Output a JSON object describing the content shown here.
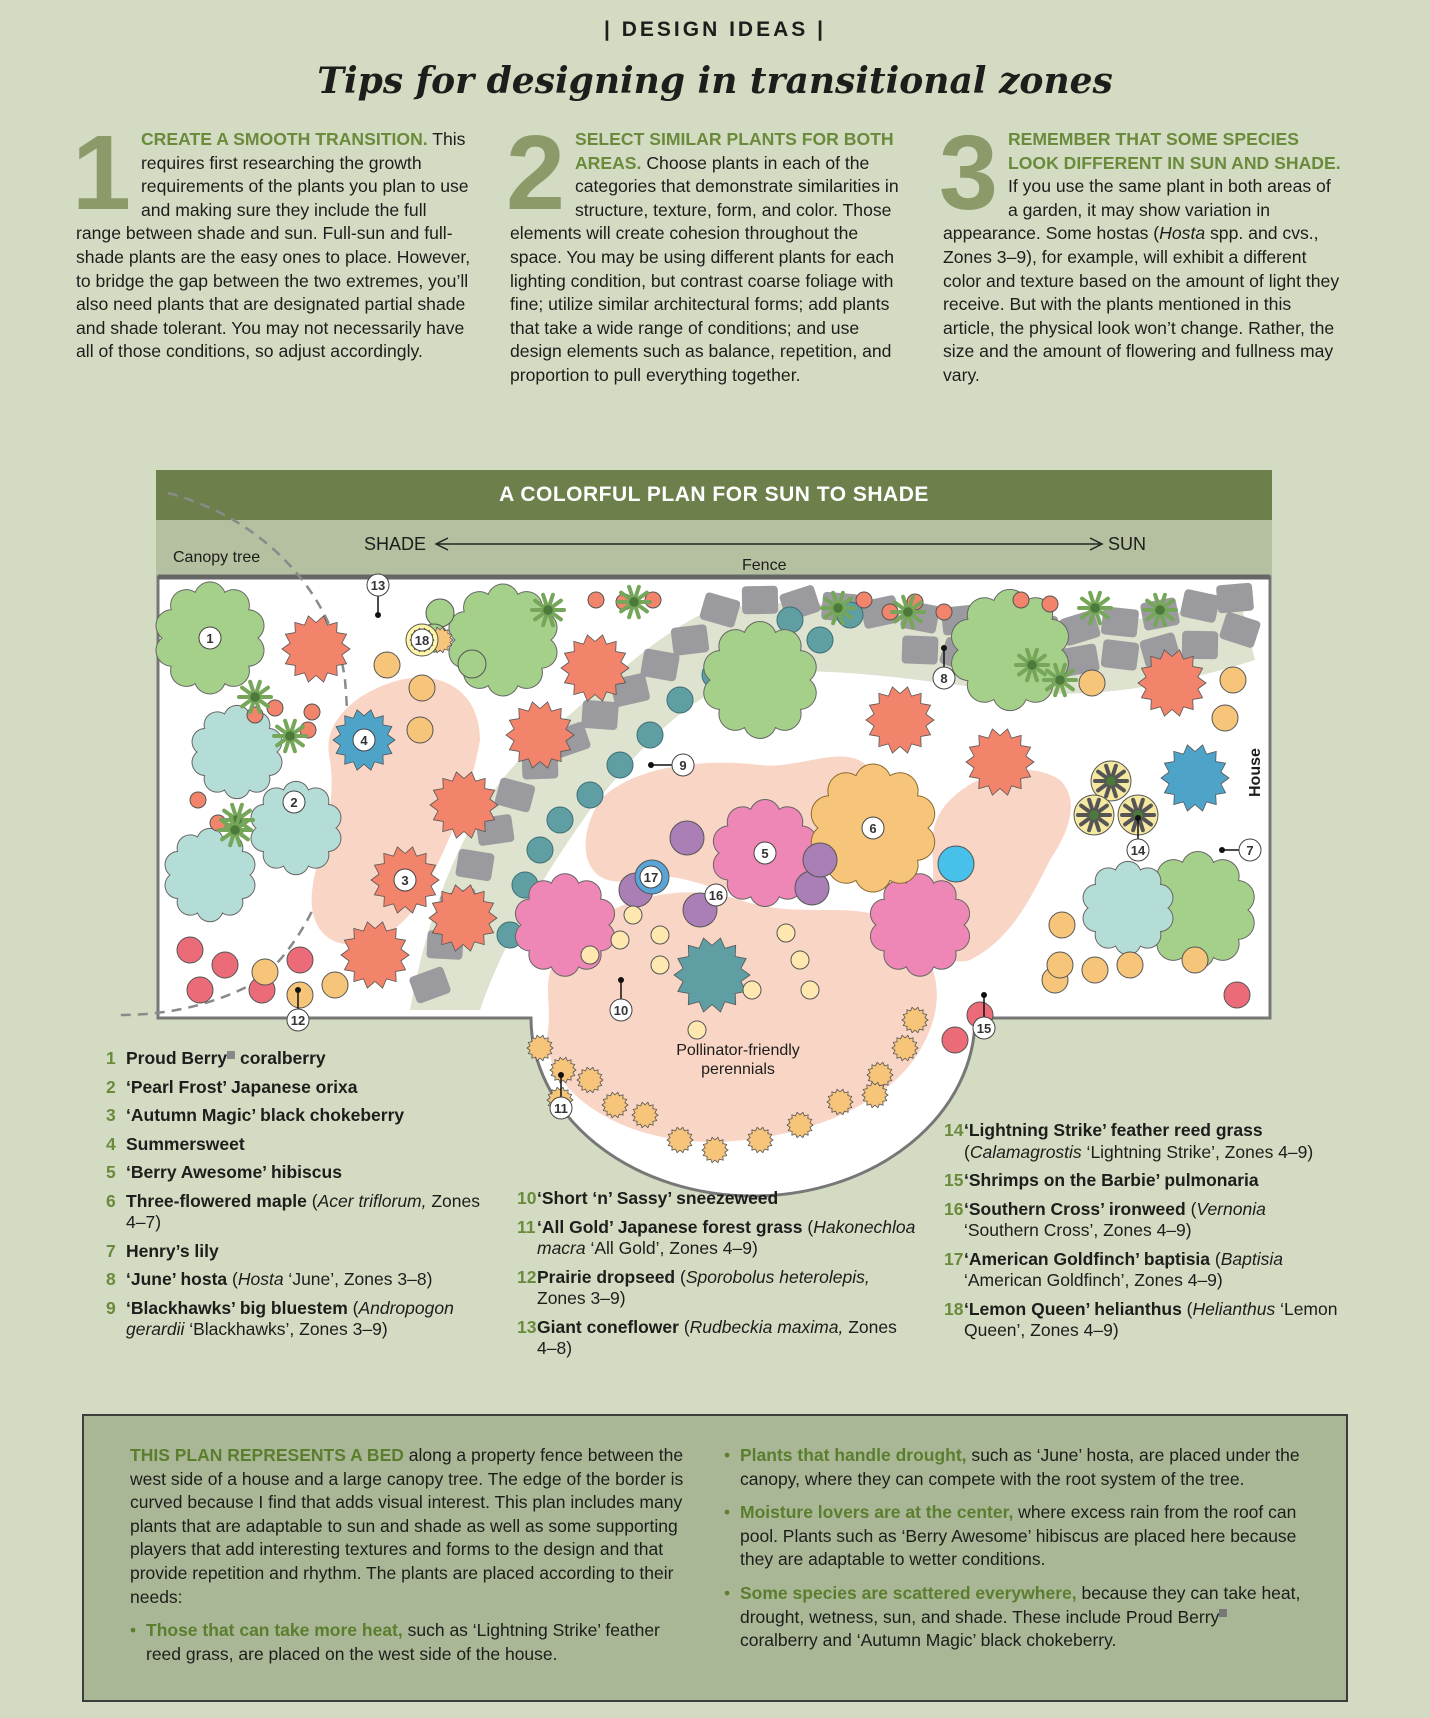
{
  "header": {
    "section": "| DESIGN IDEAS |",
    "title": "Tips for designing in transitional zones"
  },
  "tips": [
    {
      "number": "1",
      "heading": "CREATE A SMOOTH TRANSITION.",
      "body": " This requires first researching the growth requirements of the plants you plan to use and making sure they include the full range between shade and sun. Full-sun and full-shade plants are the easy ones to place. However, to bridge the gap between the two extremes, you’ll also need plants that are designated partial shade and shade tolerant. You may not necessarily have all of those conditions, so adjust accordingly."
    },
    {
      "number": "2",
      "heading": "SELECT SIMILAR PLANTS FOR BOTH AREAS.",
      "body": " Choose plants in each of the categories that demonstrate similarities in structure, texture, form, and color. Those elements will create cohesion throughout the space. You may be using different plants for each lighting condition, but contrast coarse foliage with fine; utilize similar architectural forms; add plants that take a wide range of conditions; and use design elements such as balance, repetition, and proportion to pull everything together."
    },
    {
      "number": "3",
      "heading": "REMEMBER THAT SOME SPECIES LOOK DIFFERENT IN SUN AND SHADE.",
      "body_a": " If you use the same plant in both areas of a garden, it may show variation in appearance. Some hostas (",
      "body_italic": "Hosta",
      "body_b": " spp. and cvs., Zones 3–9), for example, will exhibit a different color and texture based on the amount of light they receive. But with the plants mentioned in this article, the physical look won’t change. Rather, the size and the amount of flowering and fullness may vary."
    }
  ],
  "plan": {
    "banner": "A COLORFUL PLAN FOR SUN TO SHADE",
    "canopy_label": "Canopy tree",
    "shade_label": "SHADE",
    "sun_label": "SUN",
    "fence_label": "Fence",
    "house_label": "House",
    "pollinator_label_1": "Pollinator-friendly",
    "pollinator_label_2": "perennials",
    "colors": {
      "banner": "#6d7f4b",
      "band": "#b5c0a0",
      "bed": "#ffffff",
      "path": "#f9d5c6",
      "coral": "#f2846b",
      "teal_blue": "#4ea3c9",
      "sage": "#a5d08a",
      "mint": "#b5ddd7",
      "yellow": "#f7c57a",
      "pink": "#ee86b6",
      "purple": "#a97fb5",
      "red": "#ec6b78",
      "stone": "#9b9b9f",
      "teal": "#5f9ea3"
    }
  },
  "legend": [
    {
      "n": "1",
      "name": "Proud Berry",
      "name2": " coralberry"
    },
    {
      "n": "2",
      "name": "‘Pearl Frost’ Japanese orixa"
    },
    {
      "n": "3",
      "name": "‘Autumn Magic’ black chokeberry"
    },
    {
      "n": "4",
      "name": "Summersweet"
    },
    {
      "n": "5",
      "name": "‘Berry Awesome’ hibiscus"
    },
    {
      "n": "6",
      "name": "Three-flowered maple",
      "detail_a": " (",
      "detail_i": "Acer triflorum,",
      "detail_b": " Zones 4–7)"
    },
    {
      "n": "7",
      "name": "Henry’s lily"
    },
    {
      "n": "8",
      "name": "‘June’ hosta",
      "detail_a": " (",
      "detail_i": "Hosta",
      "detail_b": " ‘June’, Zones 3–8)"
    },
    {
      "n": "9",
      "name": "‘Blackhawks’ big bluestem",
      "detail_a": " (",
      "detail_i": "Andropogon gerardii",
      "detail_b": " ‘Blackhawks’, Zones 3–9)"
    },
    {
      "n": "10",
      "name": "‘Short ‘n’ Sassy’ sneezeweed"
    },
    {
      "n": "11",
      "name": "‘All Gold’ Japanese forest grass",
      "detail_a": " (",
      "detail_i": "Hakonechloa macra",
      "detail_b": " ‘All Gold’, Zones 4–9)"
    },
    {
      "n": "12",
      "name": "Prairie dropseed",
      "detail_a": " (",
      "detail_i": "Sporobolus heterolepis,",
      "detail_b": " Zones 3–9)"
    },
    {
      "n": "13",
      "name": "Giant coneflower",
      "detail_a": " (",
      "detail_i": "Rudbeckia maxima,",
      "detail_b": " Zones 4–8)"
    },
    {
      "n": "14",
      "name": "‘Lightning Strike’ feather reed grass",
      "detail_a": " (",
      "detail_i": "Calamagrostis",
      "detail_b": " ‘Lightning Strike’, Zones 4–9)"
    },
    {
      "n": "15",
      "name": "‘Shrimps on the Barbie’ pulmonaria"
    },
    {
      "n": "16",
      "name": "‘Southern Cross’ ironweed",
      "detail_a": " (",
      "detail_i": "Vernonia",
      "detail_b": " ‘Southern Cross’, Zones 4–9)"
    },
    {
      "n": "17",
      "name": "‘American Goldfinch’ baptisia",
      "detail_a": " (",
      "detail_i": "Baptisia",
      "detail_b": " ‘American Goldfinch’, Zones 4–9)"
    },
    {
      "n": "18",
      "name": "‘Lemon Queen’ helianthus",
      "detail_a": " (",
      "detail_i": "Helianthus",
      "detail_b": " ‘Lemon Queen’, Zones 4–9)"
    }
  ],
  "info": {
    "lead": "THIS PLAN REPRESENTS A BED",
    "intro": " along a property fence between the west side of a house and a large canopy tree. The edge of the border is curved because I find that adds visual interest. This plan includes many plants that are adaptable to sun and shade as well as some supporting players that add interesting textures and forms to the design and that provide repetition and rhythm. The plants are placed according to their needs:",
    "bullet": "•",
    "b1_hl": "Those that can take more heat,",
    "b1": " such as ‘Lightning Strike’ feather reed grass, are placed on the west side of the house.",
    "b2_hl": "Plants that handle drought,",
    "b2": " such as ‘June’ hosta, are placed under the canopy, where they can compete with the root system of the tree.",
    "b3_hl": "Moisture lovers are at the center,",
    "b3": " where excess rain from the roof can pool. Plants such as ‘Berry Awesome’ hibiscus are placed here because they are adaptable to wetter conditions.",
    "b4_hl": "Some species are scattered everywhere,",
    "b4a": " because they can take heat, drought, wetness, sun, and shade. These include Proud Berry",
    "b4b": " coralberry and ‘Autumn Magic’ black chokeberry."
  }
}
